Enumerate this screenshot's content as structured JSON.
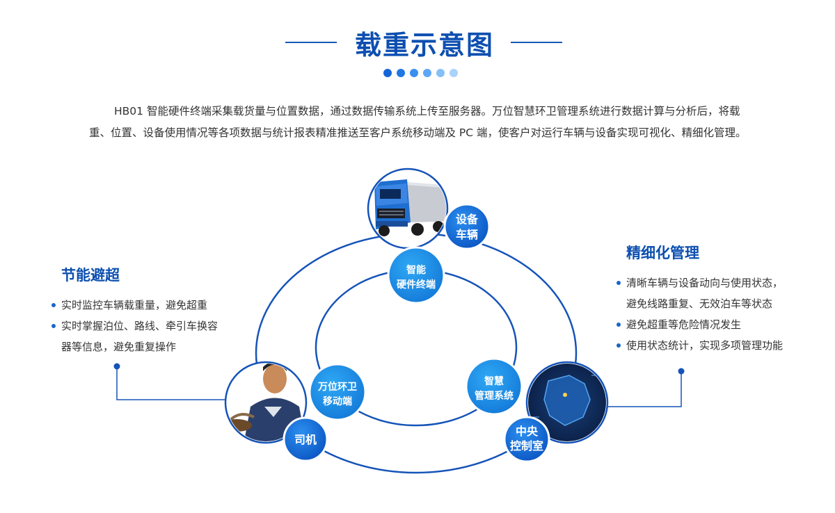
{
  "header": {
    "title": "载重示意图"
  },
  "colors": {
    "brand": "#0d4fb0",
    "accent": "#1a7fe0",
    "dots": [
      "#1565d8",
      "#1e78e6",
      "#3a8ff0",
      "#5ea7f5",
      "#86bff8",
      "#aad2fa"
    ]
  },
  "intro": "HB01 智能硬件终端采集载货量与位置数据，通过数据传输系统上传至服务器。万位智慧环卫管理系统进行数据计算与分析后，将载重、位置、设备使用情况等各项数据与统计报表精准推送至客户系统移动端及 PC 端，使客户对运行车辆与设备实现可视化、精细化管理。",
  "left_panel": {
    "title": "节能避超",
    "bullets": [
      "实时监控车辆载重量，避免超重",
      "实时掌握泊位、路线、牵引车换容",
      "器等信息，避免重复操作"
    ]
  },
  "right_panel": {
    "title": "精细化管理",
    "bullets": [
      "清晰车辆与设备动向与使用状态，",
      "避免线路重复、无效泊车等状态",
      "避免超重等危险情况发生",
      "使用状态统计，实现多项管理功能"
    ]
  },
  "nodes": {
    "vehicle": [
      "设备",
      "车辆"
    ],
    "driver": "司机",
    "control": [
      "中央",
      "控制室"
    ],
    "hardware": [
      "智能",
      "硬件终端"
    ],
    "mobile": [
      "万位环卫",
      "移动端"
    ],
    "system": [
      "智慧",
      "管理系统"
    ]
  },
  "icons": {
    "vehicle": "truck-icon",
    "driver": "driver-icon",
    "control": "map-screen-icon"
  }
}
